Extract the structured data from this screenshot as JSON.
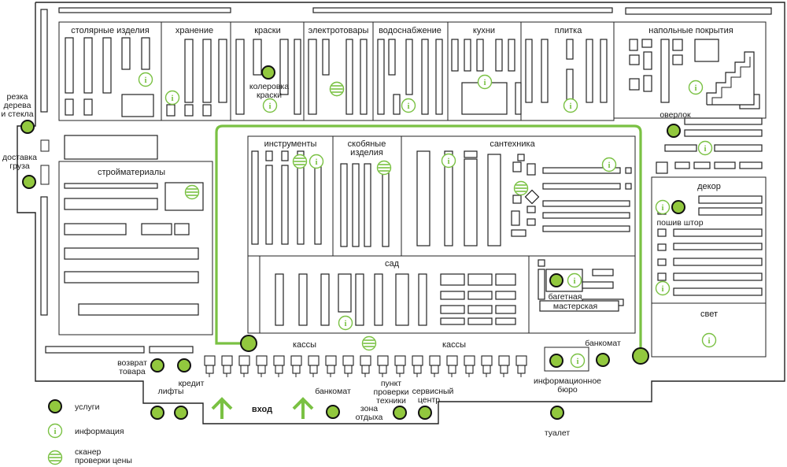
{
  "departments": {
    "joinery": "столярные изделия",
    "storage": "хранение",
    "paints": "краски",
    "electrical": "электротовары",
    "plumbing_water": "водоснабжение",
    "kitchens": "кухни",
    "tiles": "плитка",
    "flooring": "напольные покрытия",
    "building_materials": "стройматериалы",
    "tools": "инструменты",
    "fasteners_line1": "скобяные",
    "fasteners_line2": "изделия",
    "sanitary": "сантехника",
    "decor": "декор",
    "garden": "сад",
    "lighting": "свет",
    "checkout_left": "кассы",
    "checkout_right": "кассы"
  },
  "services": {
    "wood_glass_cutting_line1": "резка",
    "wood_glass_cutting_line2": "дерева",
    "wood_glass_cutting_line3": "и стекла",
    "cargo_delivery_line1": "доставка",
    "cargo_delivery_line2": "груза",
    "paint_tinting_line1": "колеровка",
    "paint_tinting_line2": "краски",
    "overlock": "оверлок",
    "curtain_sewing": "пошив штор",
    "framing_line1": "багетная",
    "framing_line2": "мастерская",
    "atm_right": "банкомат",
    "atm_entrance": "банкомат",
    "returns_line1": "возврат",
    "returns_line2": "товара",
    "credit": "кредит",
    "lifts": "лифты",
    "rest_area_line1": "зона",
    "rest_area_line2": "отдыха",
    "tech_check_line1": "пункт",
    "tech_check_line2": "проверки",
    "tech_check_line3": "техники",
    "service_center_line1": "сервисный",
    "service_center_line2": "центр",
    "info_desk_line1": "информационное",
    "info_desk_line2": "бюро",
    "toilet": "туалет",
    "entrance": "вход"
  },
  "legend": {
    "services": "услуги",
    "information": "информация",
    "scanner_line1": "сканер",
    "scanner_line2": "проверки цены"
  },
  "icons": {
    "service": "service-point-icon",
    "information": "info-icon",
    "scanner": "price-scanner-icon",
    "entrance": "entrance-arrow-icon"
  },
  "colors": {
    "accent_green": "#7ac143",
    "service_fill": "#92c83e",
    "lines": "#222222"
  },
  "info_glyph": "i"
}
